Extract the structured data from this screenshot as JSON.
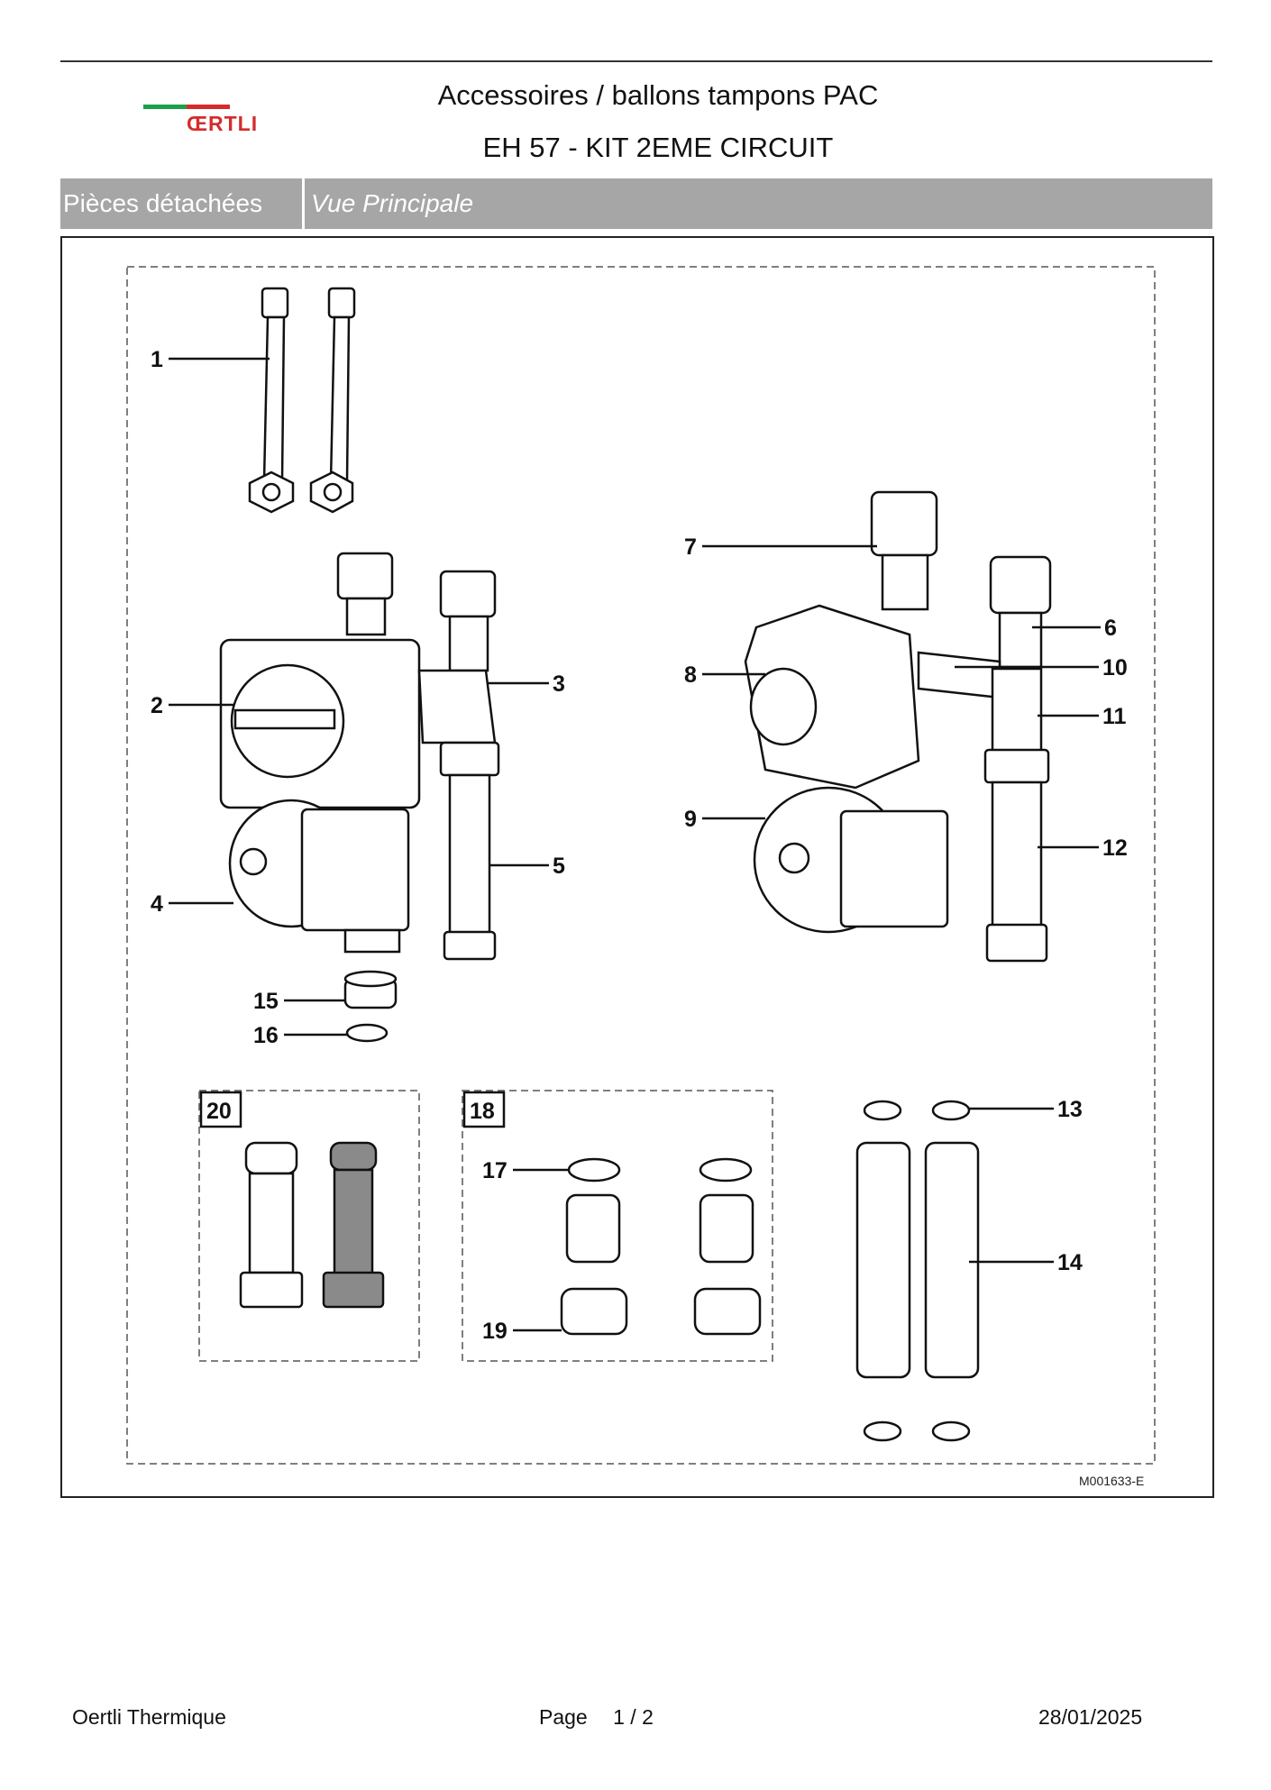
{
  "header": {
    "logo_text": "ŒRTLI",
    "title": "Accessoires / ballons tampons PAC",
    "subtitle": "EH 57 - KIT 2EME CIRCUIT"
  },
  "section_bar": {
    "left": "Pièces détachées",
    "right": "Vue Principale"
  },
  "diagram": {
    "drawing_code": "M001633-E",
    "callouts": [
      "1",
      "2",
      "3",
      "4",
      "5",
      "6",
      "7",
      "8",
      "9",
      "10",
      "11",
      "12",
      "13",
      "14",
      "15",
      "16",
      "17",
      "18",
      "19",
      "20"
    ]
  },
  "footer": {
    "company": "Oertli Thermique",
    "page_label": "Page",
    "page_value": "1  /  2",
    "date": "28/01/2025"
  },
  "colors": {
    "logo_green": "#1aa04a",
    "logo_red": "#d62b2b",
    "bar_gray": "#a6a6a6"
  }
}
